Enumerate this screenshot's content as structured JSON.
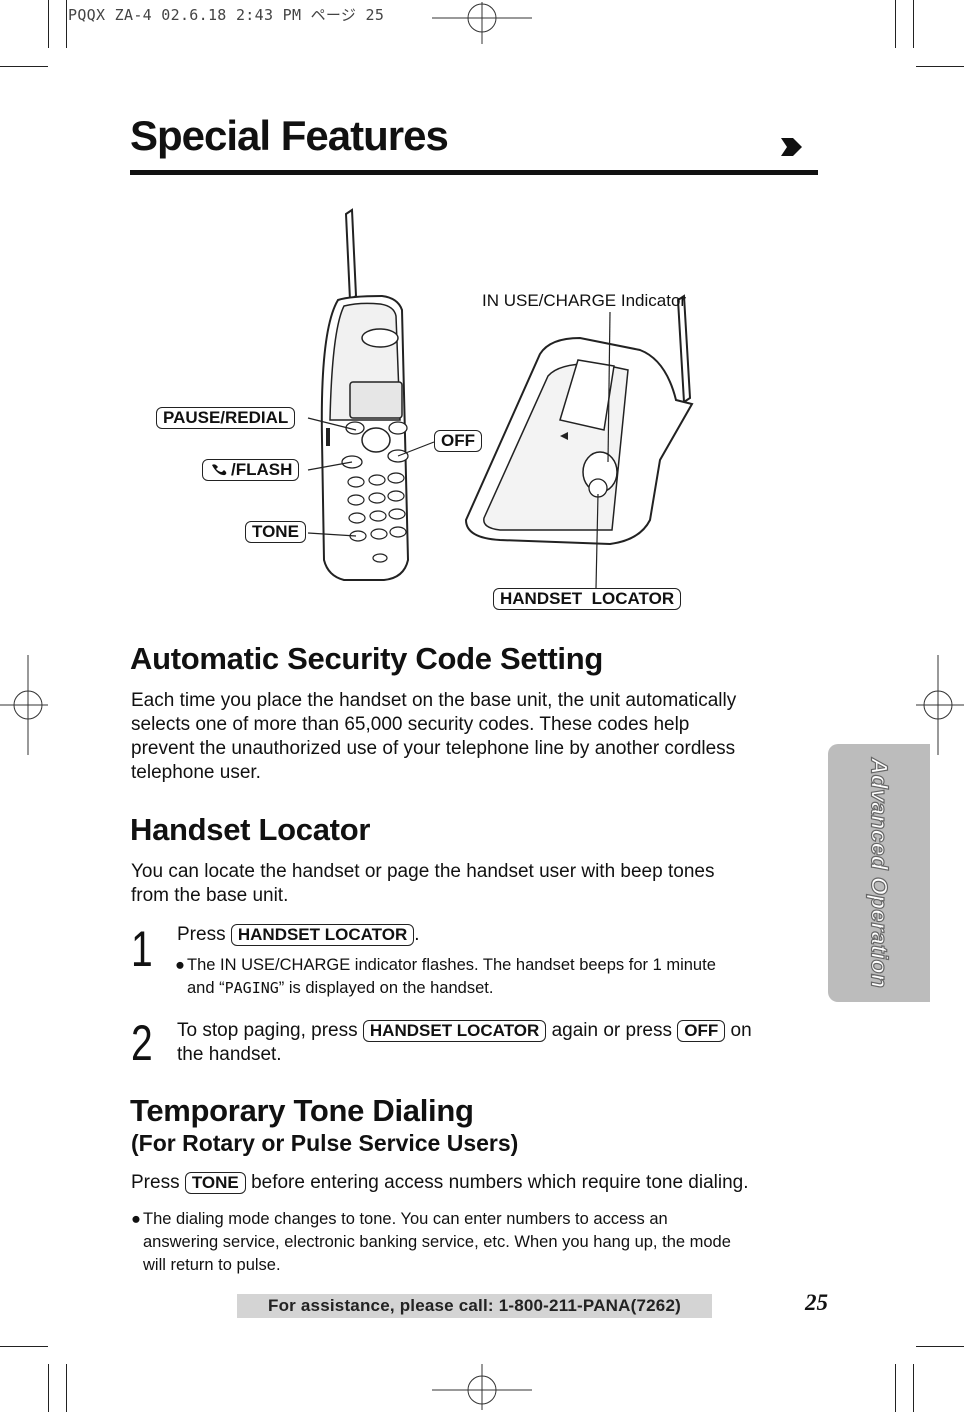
{
  "print_header": "PQQX ZA-4 02.6.18 2:43 PM ページ 25",
  "title": "Special Features",
  "side_tab": "Advanced Operation",
  "diagram": {
    "labels": {
      "pause_redial": "PAUSE/REDIAL",
      "flash": "/FLASH",
      "tone": "TONE",
      "off": "OFF",
      "in_use_indicator": "IN USE/CHARGE Indicator",
      "handset_locator": "HANDSET  LOCATOR"
    }
  },
  "sections": {
    "security": {
      "heading": "Automatic Security Code Setting",
      "line1": "Each time you place the handset on the base unit, the unit automatically",
      "line2": "selects one of more than 65,000 security codes. These codes help",
      "line3": "prevent the unauthorized use of your telephone line by another cordless",
      "line4": "telephone user."
    },
    "locator": {
      "heading": "Handset Locator",
      "line1": "You can locate the handset or page the handset user with beep tones",
      "line2": "from the base unit.",
      "step1": {
        "number": "1",
        "press": "Press",
        "key": "HANDSET LOCATOR",
        "end": ".",
        "bullet_line1": "The IN USE/CHARGE indicator flashes. The handset beeps for 1 minute",
        "bullet_and": "and “",
        "bullet_display": "PAGING",
        "bullet_end": "” is displayed on the handset."
      },
      "step2": {
        "number": "2",
        "pre": "To stop paging, press",
        "key1": "HANDSET LOCATOR",
        "mid": "again or press",
        "key2": "OFF",
        "post": "on",
        "line2": "the handset."
      }
    },
    "tone": {
      "heading": "Temporary Tone Dialing",
      "subheading": "(For Rotary or Pulse Service Users)",
      "press": "Press",
      "key": "TONE",
      "rest": "before entering access numbers which require tone dialing.",
      "bullet_line1": "The dialing mode changes to tone. You can enter numbers to access an",
      "bullet_line2": "answering service, electronic banking service, etc. When you hang up, the mode",
      "bullet_line3": "will return to pulse."
    }
  },
  "footer": {
    "assistance": "For assistance, please call: 1-800-211-PANA(7262)",
    "page_number": "25"
  }
}
